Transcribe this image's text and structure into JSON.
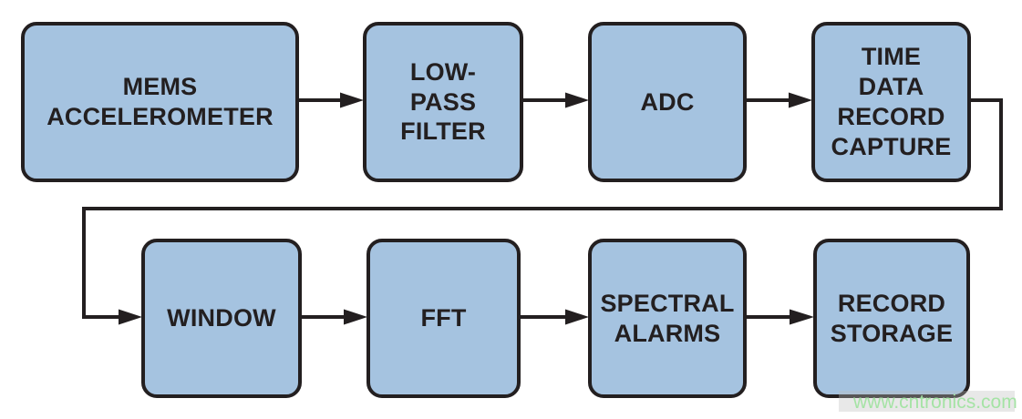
{
  "diagram": {
    "type": "block-flow-diagram",
    "blocks": [
      {
        "id": "mems-accelerometer",
        "label": "MEMS\nACCELEROMETER"
      },
      {
        "id": "low-pass-filter",
        "label": "LOW-\nPASS\nFILTER"
      },
      {
        "id": "adc",
        "label": "ADC"
      },
      {
        "id": "time-data-record-capture",
        "label": "TIME\nDATA\nRECORD\nCAPTURE"
      },
      {
        "id": "window",
        "label": "WINDOW"
      },
      {
        "id": "fft",
        "label": "FFT"
      },
      {
        "id": "spectral-alarms",
        "label": "SPECTRAL\nALARMS"
      },
      {
        "id": "record-storage",
        "label": "RECORD\nSTORAGE"
      }
    ],
    "connections": [
      {
        "from": "mems-accelerometer",
        "to": "low-pass-filter"
      },
      {
        "from": "low-pass-filter",
        "to": "adc"
      },
      {
        "from": "adc",
        "to": "time-data-record-capture"
      },
      {
        "from": "time-data-record-capture",
        "to": "window"
      },
      {
        "from": "window",
        "to": "fft"
      },
      {
        "from": "fft",
        "to": "spectral-alarms"
      },
      {
        "from": "spectral-alarms",
        "to": "record-storage"
      }
    ]
  },
  "watermark": {
    "text": "www.cntronics.com"
  },
  "colors": {
    "background": "#ffffff",
    "block_fill": "#a5c3e0",
    "block_border": "#231f20",
    "line_color": "#231f20",
    "text_color": "#231f20",
    "watermark_color": "#a5e3a5"
  }
}
